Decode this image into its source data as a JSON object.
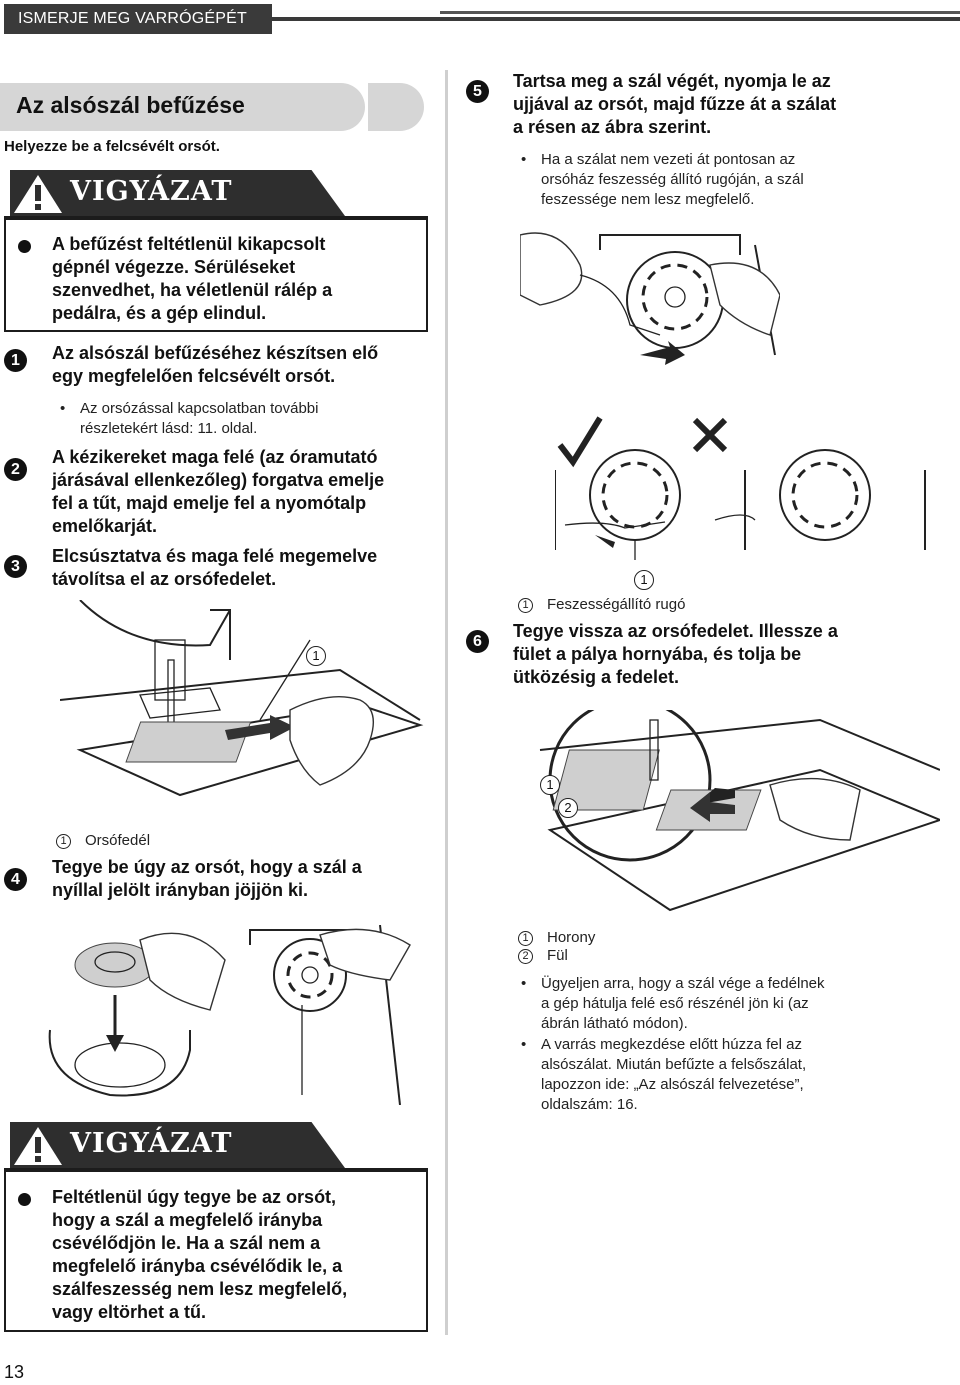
{
  "header": {
    "chapter": "ISMERJE MEG VARRÓGÉPÉT"
  },
  "section": {
    "title": "Az alsószál befűzése",
    "intro": "Helyezze be a felcsévélt orsót."
  },
  "warning1": {
    "label": "VIGYÁZAT",
    "lines": [
      "A befűzést feltétlenül kikapcsolt",
      "gépnél végezze. Sérüléseket",
      "szenvedhet, ha véletlenül rálép a",
      "pedálra, és a gép elindul."
    ]
  },
  "steps": {
    "s1": {
      "num": "1",
      "lines": [
        "Az alsószál befűzéséhez készítsen elő",
        "egy megfelelően felcsévélt orsót."
      ],
      "bullet": [
        "Az orsózással kapcsolatban további",
        "részletekért lásd: 11. oldal."
      ]
    },
    "s2": {
      "num": "2",
      "lines": [
        "A kézikereket maga felé (az óramutató",
        "járásával ellenkezőleg) forgatva emelje",
        "fel a tűt, majd emelje fel a nyomótalp",
        "emelőkarját."
      ]
    },
    "s3": {
      "num": "3",
      "lines": [
        "Elcsúsztatva és maga felé megemelve",
        "távolítsa el az orsófedelet."
      ],
      "callouts": [
        {
          "n": "1",
          "text": "Orsófedél"
        }
      ]
    },
    "s4": {
      "num": "4",
      "lines": [
        "Tegye be úgy az orsót, hogy a szál a",
        "nyíllal jelölt irányban jöjjön ki."
      ]
    },
    "s5": {
      "num": "5",
      "lines": [
        "Tartsa meg a szál végét, nyomja le az",
        "ujjával az orsót, majd fűzze át a szálat",
        "a résen az ábra szerint."
      ],
      "bullet": [
        "Ha a szálat nem vezeti át pontosan az",
        "orsóház feszesség állító rugóján, a szál",
        "feszessége nem lesz megfelelő."
      ],
      "callouts": [
        {
          "n": "1",
          "text": "Feszességállító rugó"
        }
      ]
    },
    "s6": {
      "num": "6",
      "lines": [
        "Tegye vissza az orsófedelet. Illessze a",
        "fület a pálya hornyába, és tolja be",
        "ütközésig a fedelet."
      ],
      "callouts": [
        {
          "n": "1",
          "text": "Horony"
        },
        {
          "n": "2",
          "text": "Fül"
        }
      ],
      "bullets": [
        [
          "Ügyeljen arra, hogy a szál vége a fedélnek",
          "a gép hátulja felé eső részénél jön ki (az",
          "ábrán látható módon)."
        ],
        [
          "A varrás megkezdése előtt húzza fel az",
          "alsószálat. Miután befűzte a felsőszálat,",
          "lapozzon ide: „Az alsószál felvezetése”,",
          "oldalszám: 16."
        ]
      ]
    }
  },
  "warning2": {
    "label": "VIGYÁZAT",
    "lines": [
      "Feltétlenül úgy tegye be az orsót,",
      "hogy a szál a megfelelő irányba",
      "csévélődjön le. Ha a szál nem a",
      "megfelelő irányba csévélődik le, a",
      "szálfeszesség nem lesz megfelelő,",
      "vagy eltörhet a tű."
    ]
  },
  "page_number": "13"
}
